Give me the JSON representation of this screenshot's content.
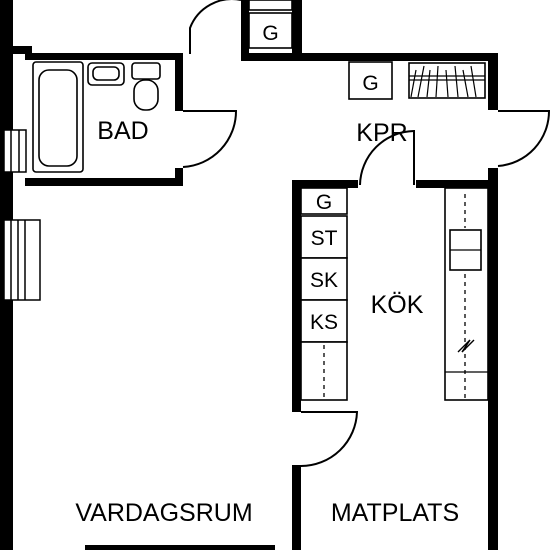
{
  "rooms": {
    "bad": "BAD",
    "kpr": "KPR",
    "kok": "KÖK",
    "vardagsrum": "VARDAGSRUM",
    "matplats": "MATPLATS"
  },
  "cabinets": {
    "top_g": "G",
    "kpr_g": "G",
    "kok_g": "G",
    "st": "ST",
    "sk": "SK",
    "ks": "KS"
  },
  "colors": {
    "wall": "#000000",
    "fixture": "#000000",
    "background": "#ffffff"
  }
}
